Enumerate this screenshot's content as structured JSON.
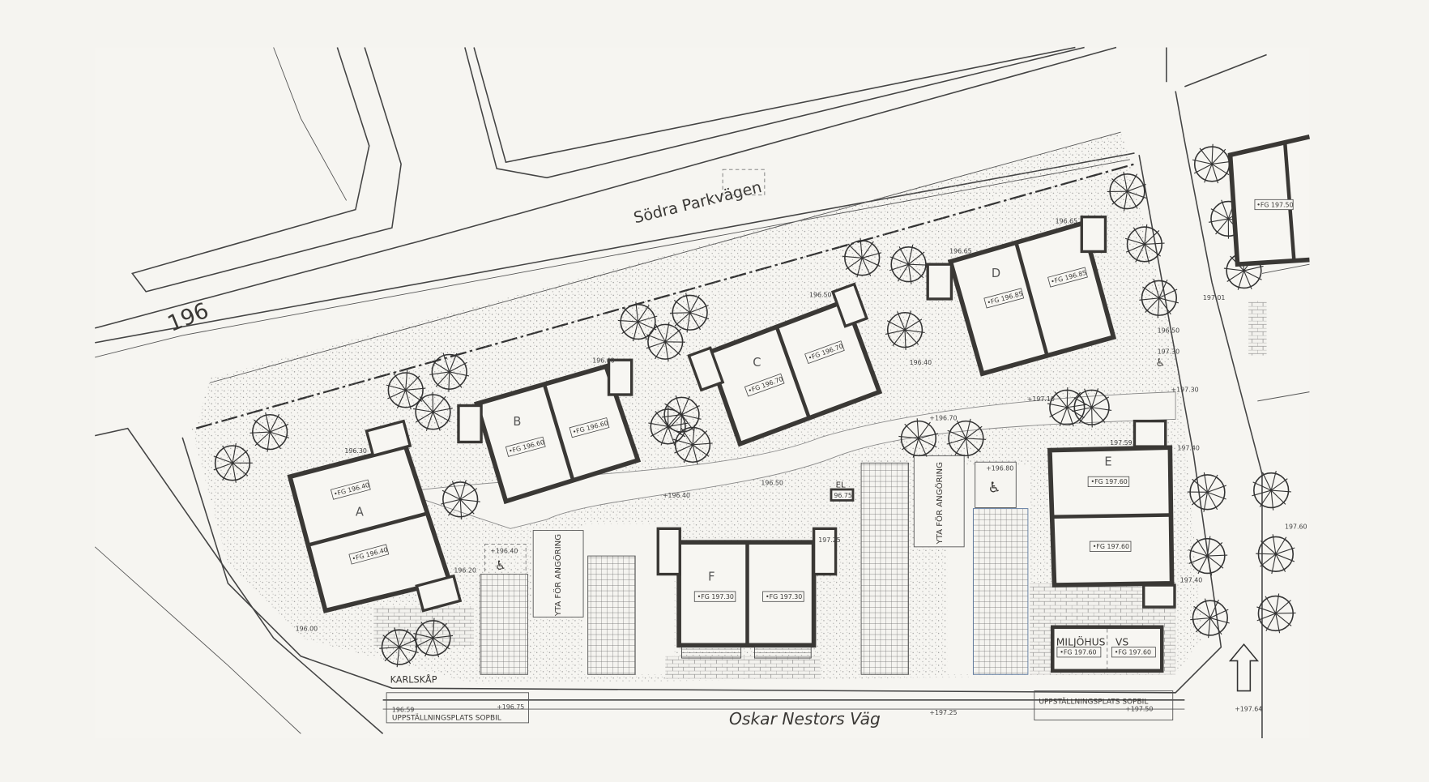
{
  "streets": {
    "north": "Södra Parkvägen",
    "south": "Oskar Nestors Väg",
    "contour": "196"
  },
  "buildings": [
    {
      "id": "A",
      "fg": [
        "•FG 196.40",
        "•FG 196.40"
      ]
    },
    {
      "id": "B",
      "fg": [
        "•FG 196.60",
        "•FG 196.60"
      ]
    },
    {
      "id": "C",
      "fg": [
        "•FG 196.70",
        "•FG 196.70"
      ]
    },
    {
      "id": "D",
      "fg": [
        "•FG 196.85",
        "•FG 196.85"
      ]
    },
    {
      "id": "E",
      "fg": [
        "•FG 197.60",
        "•FG 197.60"
      ]
    },
    {
      "id": "F",
      "fg": [
        "•FG 197.30",
        "•FG 197.30"
      ]
    }
  ],
  "miljohus": {
    "label": "MILJÖHUS",
    "vs": "VS",
    "fg": [
      "•FG 197.60",
      "•FG 197.60"
    ]
  },
  "neighbor_fg": "•FG 197.50",
  "labels": {
    "karlskap": "KARLSKÅP",
    "sopbil_west": "UPPSTÄLLNINGSPLATS SOPBIL",
    "sopbil_east": "UPPSTÄLLNINGSPLATS SOPBIL",
    "angoring_west": "YTA FÖR ANGÖRING",
    "angoring_east": "YTA FÖR ANGÖRING",
    "el": "EL",
    "el_value": "96.75"
  },
  "elevations": [
    "196.50",
    "196.65",
    "196.65",
    "197.01",
    "196.50",
    "+197.30",
    "+197.10",
    "+196.70",
    "+196.80",
    "196.50",
    "+196.40",
    "+196.40",
    "196.20",
    "196.00",
    "197.40",
    "197.40",
    "+197.25",
    "+196.75",
    "196.59",
    "+197.50",
    "+197.64",
    "196.40",
    "197.60",
    "197.25",
    "196.40",
    "196.30",
    "197.59",
    "197.30"
  ]
}
